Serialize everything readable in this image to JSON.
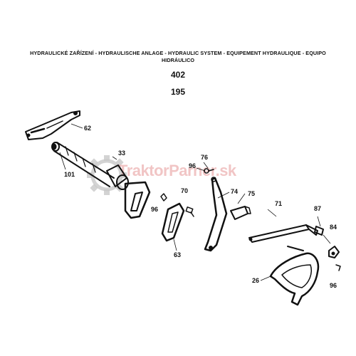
{
  "header": {
    "line1": "HYDRAULICKÉ ZAŘÍZENÍ - HYDRAULISCHE ANLAGE - HYDRAULIC SYSTEM - EQUIPEMENT HYDRAULIQUE - EQUIPO",
    "line2": "HIDRÁULICO"
  },
  "page_numbers": [
    "402",
    "195"
  ],
  "watermark": {
    "text": "TraktorParner.sk",
    "color": "#e69696"
  },
  "callouts": {
    "c62": "62",
    "c33": "33",
    "c101": "101",
    "c76": "76",
    "c96a": "96",
    "c70": "70",
    "c74": "74",
    "c75": "75",
    "c96b": "96",
    "c63": "63",
    "c71": "71",
    "c87": "87",
    "c84": "84",
    "c26": "26",
    "c96c": "96"
  }
}
